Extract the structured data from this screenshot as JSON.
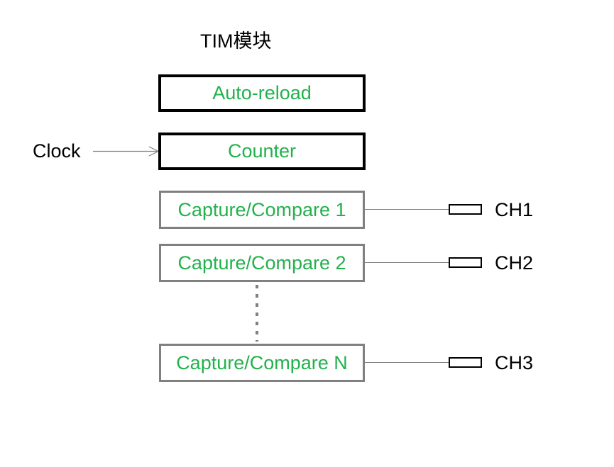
{
  "diagram": {
    "title": "TIM模块",
    "clock_label": "Clock",
    "blocks": {
      "auto_reload": "Auto-reload",
      "counter": "Counter"
    },
    "channels": [
      {
        "label": "Capture/Compare 1",
        "channel": "CH1"
      },
      {
        "label": "Capture/Compare 2",
        "channel": "CH2"
      },
      {
        "label": "Capture/Compare N",
        "channel": "CH3"
      }
    ],
    "colors": {
      "green": "#22B14C",
      "gray": "#808080",
      "black": "#000000"
    }
  }
}
